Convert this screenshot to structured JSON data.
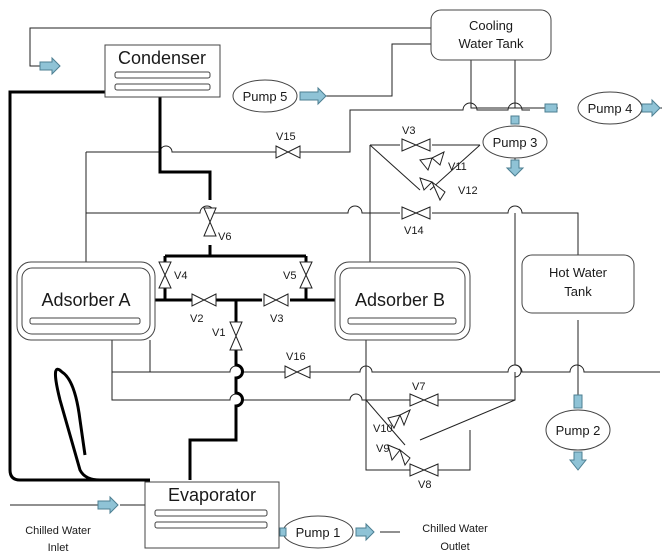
{
  "components": {
    "cooling_water_tank": {
      "line1": "Cooling",
      "line2": "Water Tank"
    },
    "condenser": "Condenser",
    "evaporator": "Evaporator",
    "adsorber_a": "Adsorber A",
    "adsorber_b": "Adsorber B",
    "hot_water_tank": {
      "line1": "Hot Water",
      "line2": "Tank"
    }
  },
  "pumps": {
    "pump1": "Pump 1",
    "pump2": "Pump 2",
    "pump3": "Pump 3",
    "pump4": "Pump 4",
    "pump5": "Pump 5"
  },
  "valves": {
    "v1": "V1",
    "v2": "V2",
    "v3": "V3",
    "v4": "V4",
    "v5": "V5",
    "v6": "V6",
    "v7": "V7",
    "v8": "V8",
    "v9": "V9",
    "v10": "V10",
    "v11": "V11",
    "v12": "V12",
    "v14": "V14",
    "v15": "V15",
    "v16": "V16",
    "v3_upper": "V3"
  },
  "labels": {
    "chilled_inlet": {
      "line1": "Chilled Water",
      "line2": "Inlet"
    },
    "chilled_outlet": {
      "line1": "Chilled Water",
      "line2": "Outlet"
    }
  },
  "colors": {
    "arrow_fill": "#8fc3d6"
  }
}
